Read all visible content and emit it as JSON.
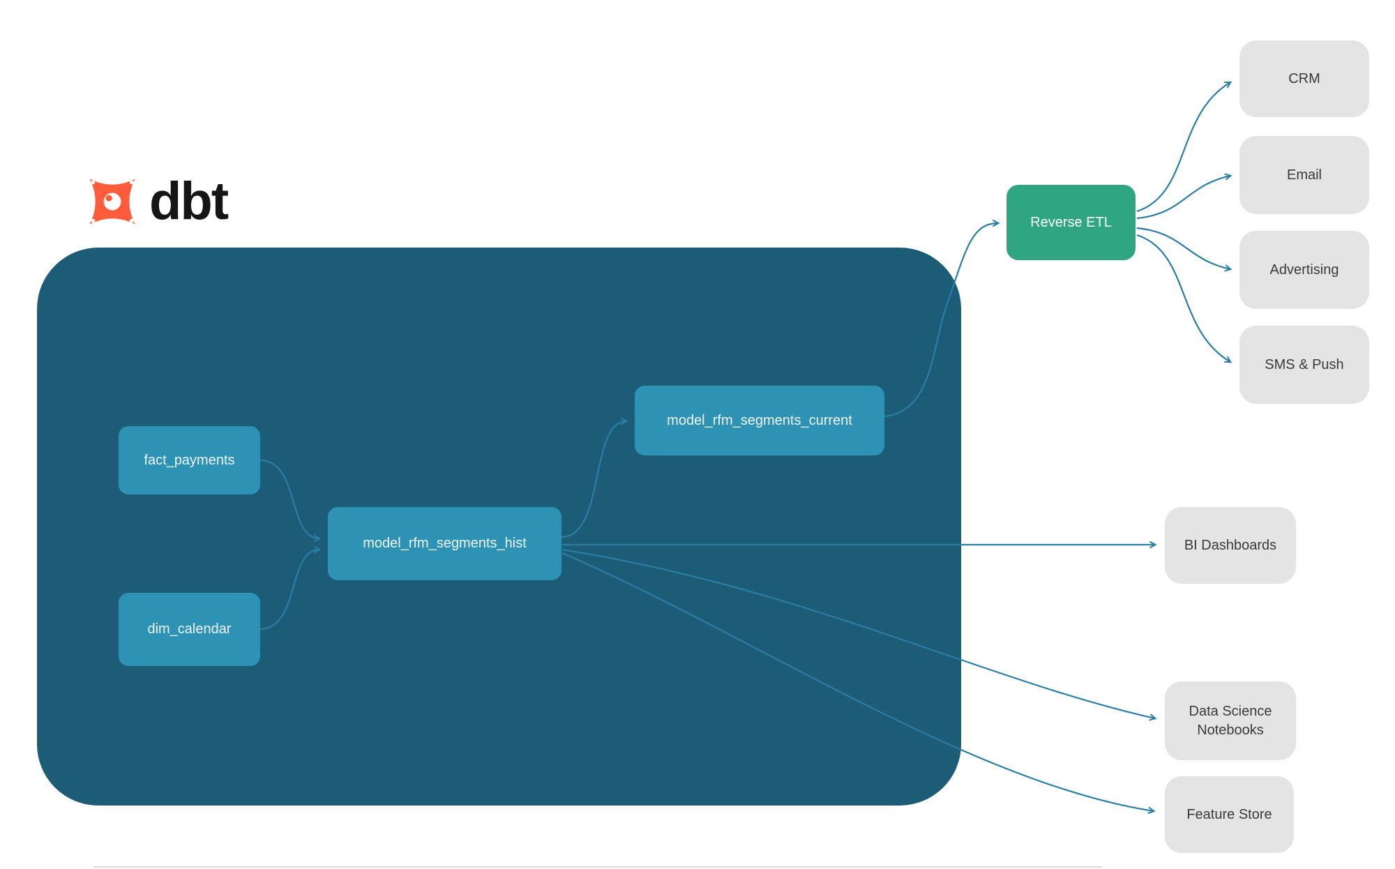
{
  "logo": {
    "brand": "dbt"
  },
  "nodes": {
    "fact_payments": {
      "label": "fact_payments"
    },
    "dim_calendar": {
      "label": "dim_calendar"
    },
    "model_rfm_segments_hist": {
      "label": "model_rfm_segments_hist"
    },
    "model_rfm_segments_current": {
      "label": "model_rfm_segments_current"
    },
    "reverse_etl": {
      "label": "Reverse ETL"
    },
    "crm": {
      "label": "CRM"
    },
    "email": {
      "label": "Email"
    },
    "advertising": {
      "label": "Advertising"
    },
    "sms_push": {
      "label": "SMS & Push"
    },
    "bi_dashboards": {
      "label": "BI Dashboards"
    },
    "data_science_notebooks": {
      "label": "Data Science Notebooks"
    },
    "feature_store": {
      "label": "Feature Store"
    }
  },
  "edges": [
    {
      "from": "fact_payments",
      "to": "model_rfm_segments_hist"
    },
    {
      "from": "dim_calendar",
      "to": "model_rfm_segments_hist"
    },
    {
      "from": "model_rfm_segments_hist",
      "to": "model_rfm_segments_current"
    },
    {
      "from": "model_rfm_segments_current",
      "to": "reverse_etl"
    },
    {
      "from": "reverse_etl",
      "to": "crm"
    },
    {
      "from": "reverse_etl",
      "to": "email"
    },
    {
      "from": "reverse_etl",
      "to": "advertising"
    },
    {
      "from": "reverse_etl",
      "to": "sms_push"
    },
    {
      "from": "model_rfm_segments_hist",
      "to": "bi_dashboards"
    },
    {
      "from": "model_rfm_segments_hist",
      "to": "data_science_notebooks"
    },
    {
      "from": "model_rfm_segments_hist",
      "to": "feature_store"
    }
  ],
  "colors": {
    "container": "#1d5c77",
    "model_node": "#2d92b3",
    "reverse_etl_node": "#2fa580",
    "destination_node": "#e4e4e4",
    "edge": "#2b7da3",
    "logo_orange": "#ff5c3c",
    "logo_text": "#151515"
  }
}
